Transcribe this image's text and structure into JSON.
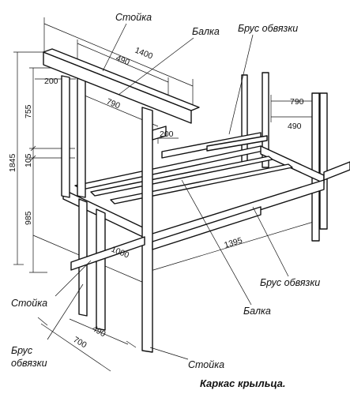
{
  "labels": {
    "stoika_top": "Стойка",
    "balka_top": "Балка",
    "brus_top": "Брус обвязки",
    "brus_right": "Брус обвязки",
    "balka_bottom": "Балка",
    "stoika_left": "Стойка",
    "brus_left_line1": "Брус",
    "brus_left_line2": "обвязки",
    "stoika_bottom": "Стойка"
  },
  "dimensions": {
    "d1400": "1400",
    "d490_top": "490",
    "d200_left": "200",
    "d790_mid": "790",
    "d200_right": "200",
    "d755": "755",
    "d1845": "1845",
    "d105": "105",
    "d985": "985",
    "d1000": "1000",
    "d1395": "1395",
    "d790_right": "790",
    "d490_right": "490",
    "d490_bottom": "490",
    "d700": "700"
  },
  "caption": "Каркас крыльца."
}
